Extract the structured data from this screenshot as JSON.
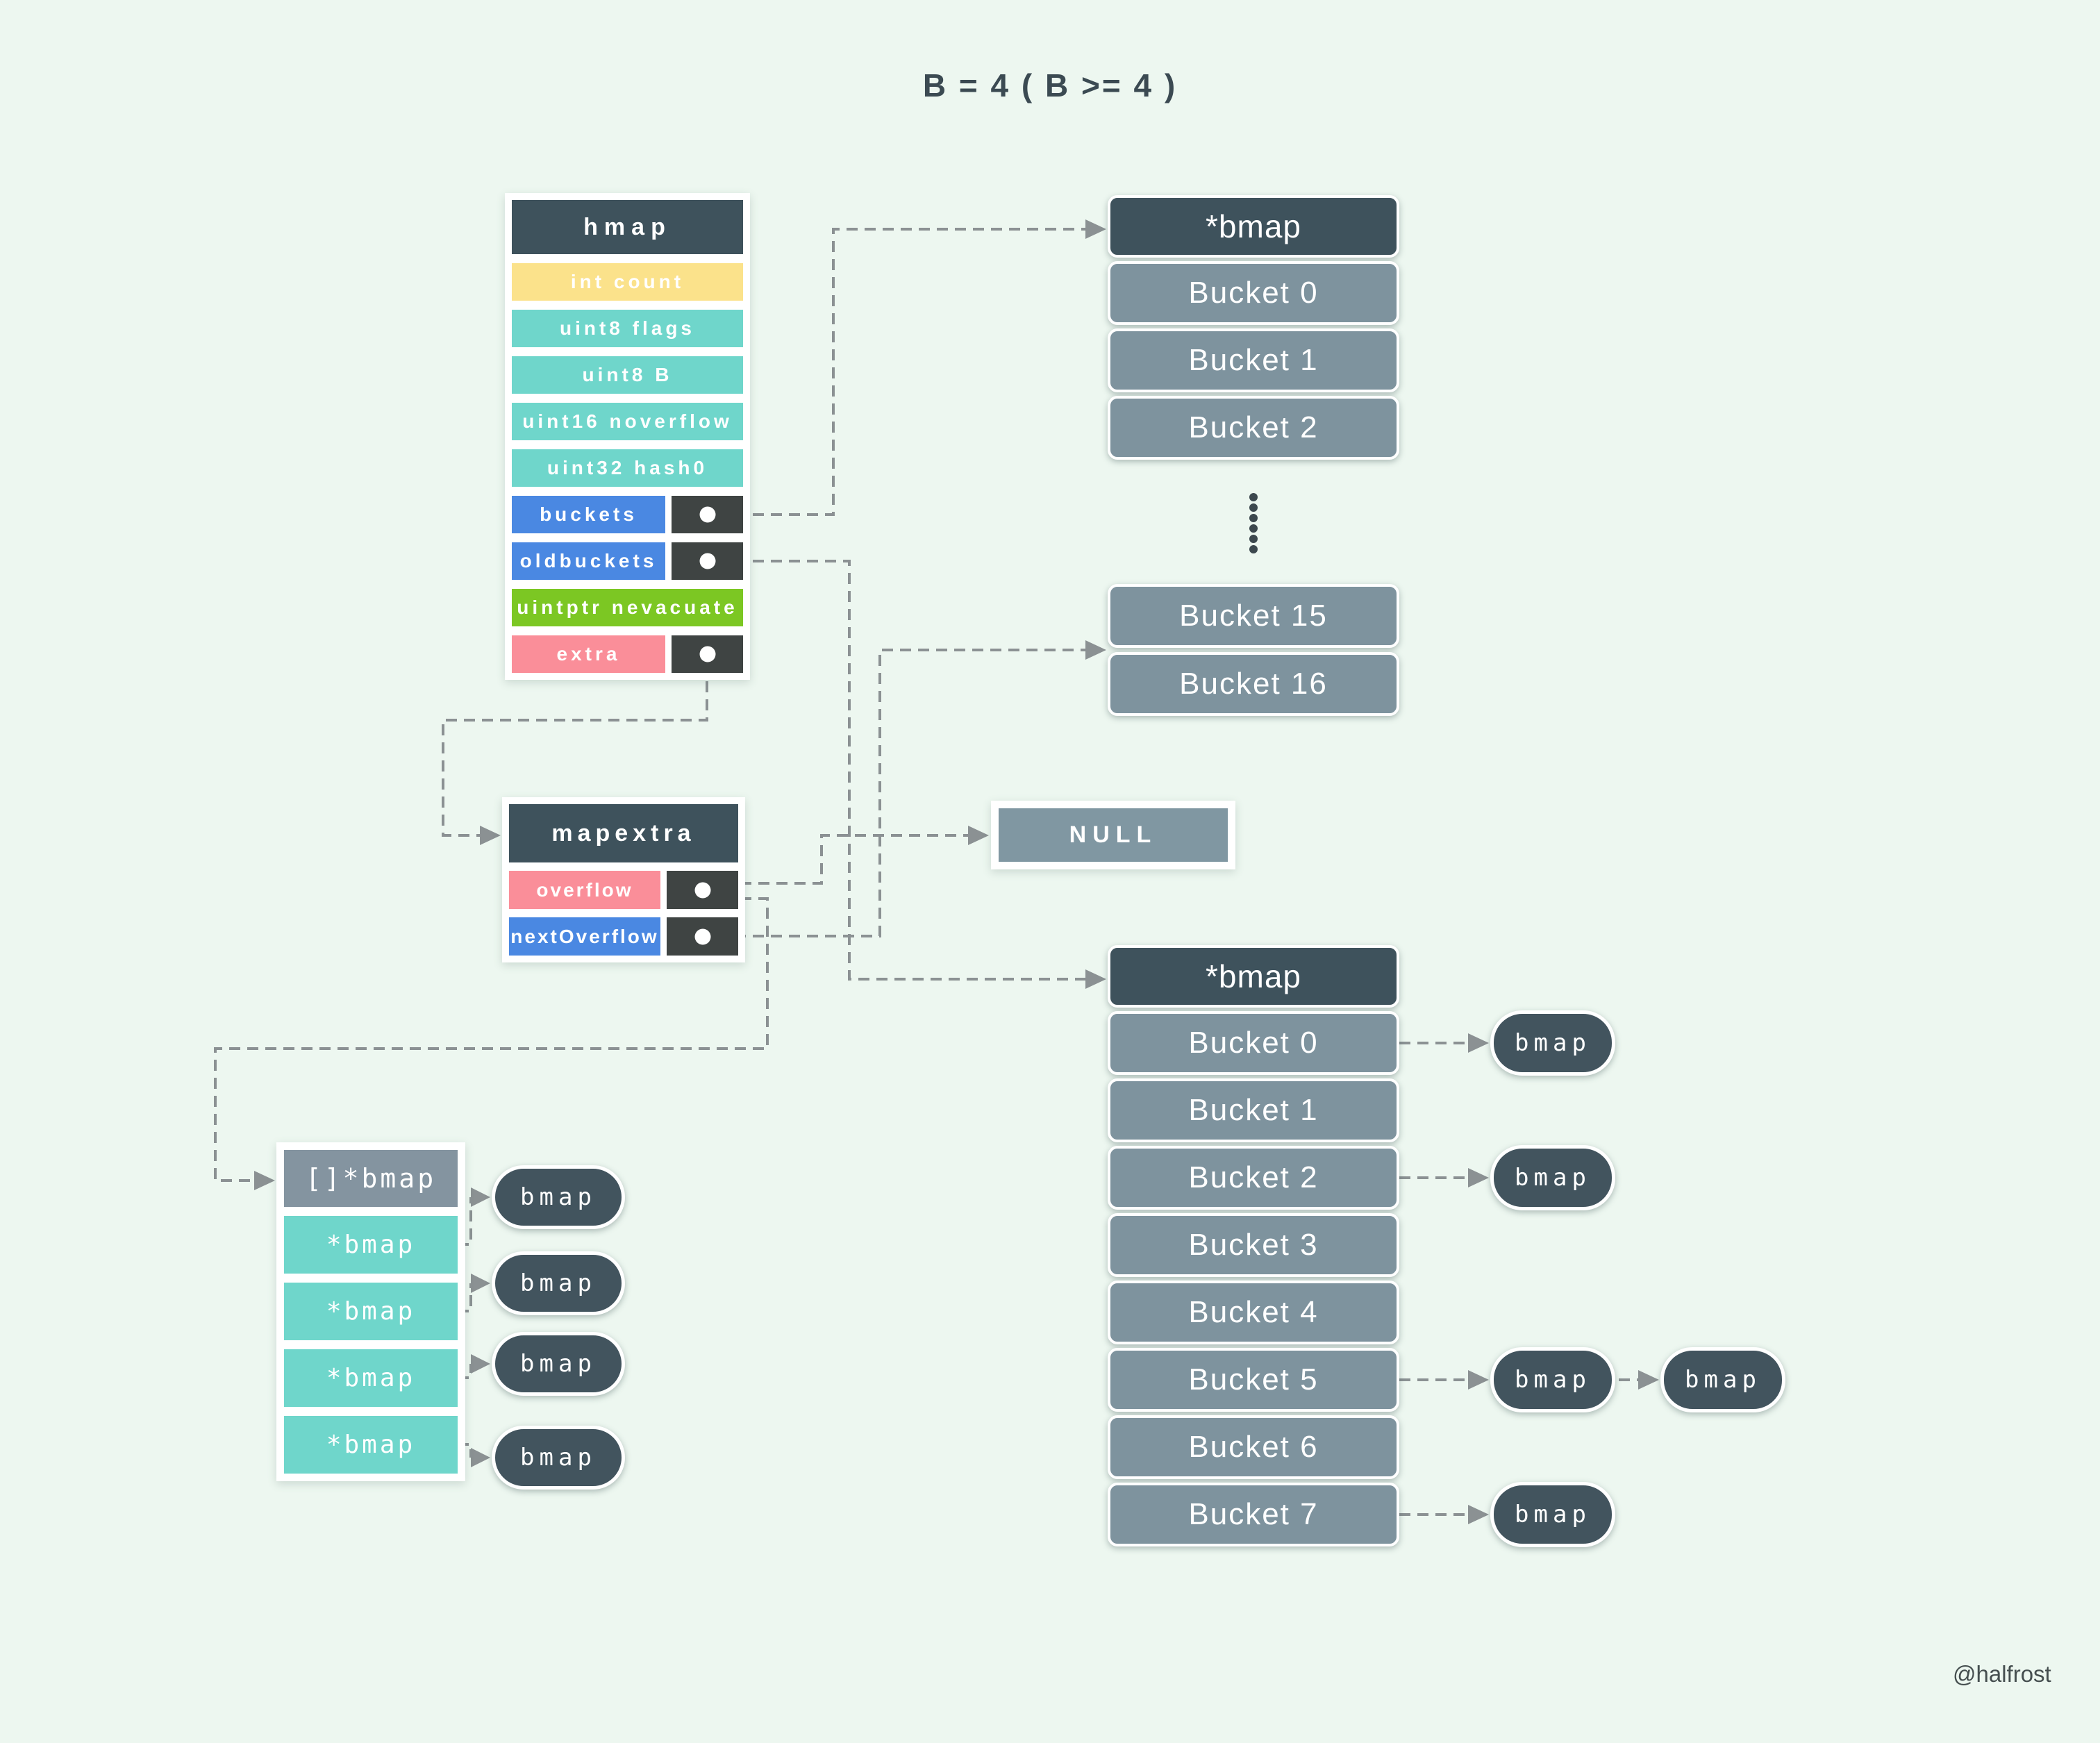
{
  "title": "B = 4 ( B >= 4 )",
  "watermark": "@halfrost",
  "labels": {
    "bmap": "bmap",
    "null": "NULL"
  },
  "colors": {
    "background": "#edf7f0",
    "header_slate": "#3e525c",
    "bucket_gray": "#7e939e",
    "pill_dark": "#42545e",
    "array_header_gray": "#8494a0",
    "null_gray": "#8097a2",
    "field_yellow": "#fbe28b",
    "field_teal": "#6fd6cb",
    "field_blue": "#4a88e2",
    "field_green": "#7cc723",
    "field_pink": "#fa8e99",
    "pointer_cell_dark": "#3f4443",
    "connector_gray": "#8b9193"
  },
  "hmap": {
    "header": "hmap",
    "fields": [
      {
        "label": "int count",
        "color": "yellow",
        "pointer": false
      },
      {
        "label": "uint8 flags",
        "color": "teal",
        "pointer": false
      },
      {
        "label": "uint8 B",
        "color": "teal",
        "pointer": false
      },
      {
        "label": "uint16 noverflow",
        "color": "teal",
        "pointer": false
      },
      {
        "label": "uint32 hash0",
        "color": "teal",
        "pointer": false
      },
      {
        "label": "buckets",
        "color": "blue",
        "pointer": true
      },
      {
        "label": "oldbuckets",
        "color": "blue",
        "pointer": true
      },
      {
        "label": "uintptr nevacuate",
        "color": "green",
        "pointer": false
      },
      {
        "label": "extra",
        "color": "pink",
        "pointer": true
      }
    ]
  },
  "mapextra": {
    "header": "mapextra",
    "fields": [
      {
        "label": "overflow",
        "color": "pink",
        "pointer": true
      },
      {
        "label": "nextOverflow",
        "color": "blue",
        "pointer": true
      }
    ]
  },
  "new_bucket_array": {
    "header": "*bmap",
    "head_buckets": [
      "Bucket 0",
      "Bucket 1",
      "Bucket 2"
    ],
    "ellipsis": "⋮",
    "tail_buckets": [
      "Bucket 15",
      "Bucket 16"
    ]
  },
  "old_bucket_array": {
    "header": "*bmap",
    "buckets": [
      "Bucket 0",
      "Bucket 1",
      "Bucket 2",
      "Bucket 3",
      "Bucket 4",
      "Bucket 5",
      "Bucket 6",
      "Bucket 7"
    ],
    "buckets_with_overflow": [
      "Bucket 0",
      "Bucket 2",
      "Bucket 5",
      "Bucket 7"
    ],
    "chained_overflow_bucket": "Bucket 5"
  },
  "overflow_array": {
    "header": "[]*bmap",
    "items": [
      "*bmap",
      "*bmap",
      "*bmap",
      "*bmap"
    ]
  },
  "connections": [
    {
      "from": "hmap.buckets",
      "to": "new-bucket-array-header"
    },
    {
      "from": "hmap.oldbuckets",
      "to": "old-bucket-array-header"
    },
    {
      "from": "hmap.extra",
      "to": "mapextra-header"
    },
    {
      "from": "mapextra.overflow",
      "to": "null-box"
    },
    {
      "from": "mapextra.overflow",
      "to": "overflow-array-header"
    },
    {
      "from": "mapextra.nextOverflow",
      "to": "junction Bucket 15 / Bucket 16"
    }
  ]
}
